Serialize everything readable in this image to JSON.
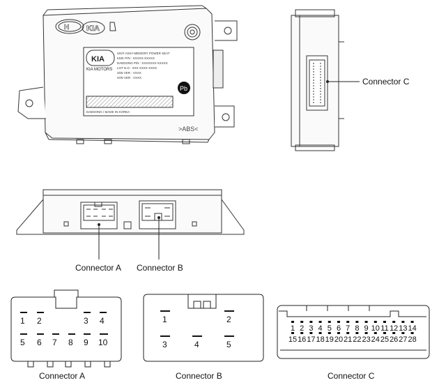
{
  "labels": {
    "connector_c_side": "Connector C",
    "connector_a_front": "Connector A",
    "connector_b_front": "Connector B",
    "connector_a": "Connector A",
    "connector_b": "Connector B",
    "connector_c": "Connector C"
  },
  "module": {
    "logo_brand": "KIA",
    "logo_sub": "KIA MOTORS",
    "abs_mark": ">ABS<",
    "made_in": "DAEDONG / MADE IN KOREA",
    "pb_mark": "Pb",
    "label_lines": [
      "UNIT ASSY-MEMORY POWER SEAT",
      "KMC P/N : XXXXX-XXXXX",
      "DAEDONG P/N : XXXXXXX-XXXXX",
      "LOT N.O : XXX XXXX XXXX",
      "S/W VER : VXXX",
      "H/W VER : VXXX"
    ]
  },
  "connector_a_pins": {
    "top": [
      "1",
      "2",
      "3",
      "4"
    ],
    "bottom": [
      "5",
      "6",
      "7",
      "8",
      "9",
      "10"
    ]
  },
  "connector_b_pins": {
    "top": [
      "1",
      "2"
    ],
    "bottom": [
      "3",
      "4",
      "5"
    ]
  },
  "connector_c_pins": {
    "top": [
      "1",
      "2",
      "3",
      "4",
      "5",
      "6",
      "7",
      "8",
      "9",
      "10",
      "11",
      "12",
      "13",
      "14"
    ],
    "bottom": [
      "15",
      "16",
      "17",
      "18",
      "19",
      "20",
      "21",
      "22",
      "23",
      "24",
      "25",
      "26",
      "27",
      "28"
    ]
  }
}
